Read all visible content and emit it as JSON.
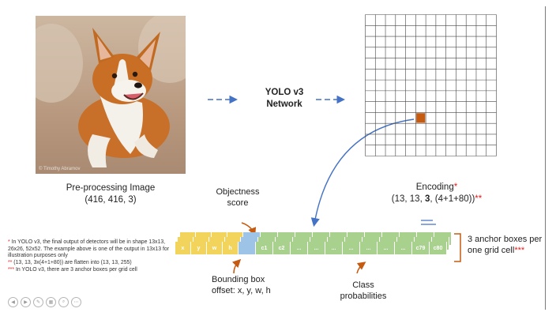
{
  "preprocess": {
    "title": "Pre-processing Image",
    "shape": "(416, 416, 3)",
    "watermark": "© Timothy Abramov"
  },
  "network": {
    "line1": "YOLO v3",
    "line2": "Network"
  },
  "encoding": {
    "title": "Encoding",
    "title_mark": "*",
    "shape_prefix": "(13, 13, ",
    "shape_bold": "3",
    "shape_suffix": ", (4+1+80))",
    "shape_mark": "**"
  },
  "labels": {
    "objectness": "Objectness score",
    "bbox_line1": "Bounding box",
    "bbox_line2": "offset: x, y, w, h",
    "class_line1": "Class",
    "class_line2": "probabilities",
    "anchor_line1": "3 anchor boxes per",
    "anchor_line2": "one grid cell",
    "anchor_mark": "***"
  },
  "vector_cells": [
    "x",
    "y",
    "w",
    "h",
    "",
    "c1",
    "c2",
    "...",
    "...",
    "...",
    "...",
    "...",
    "...",
    "...",
    "c79",
    "c80"
  ],
  "notes": [
    {
      "mark": "*",
      "text": " In YOLO v3, the final output of detectors will be in shape 13x13, 26x26, 52x52. The example above is one of the output in 13x13  for illustration purposes only"
    },
    {
      "mark": "**",
      "text": " (13, 13, 3x(4+1+80)) are flatten into (13, 13, 255)"
    },
    {
      "mark": "***",
      "text": " In YOLO v3, there are 3 anchor boxes per grid cell"
    }
  ],
  "colors": {
    "yellow": "#f2d45c",
    "blue": "#9dc3e6",
    "green": "#a9d18e",
    "highlight": "#c55a11",
    "arrow": "#4472c4",
    "pointer": "#c55a11",
    "red": "#e02020"
  }
}
